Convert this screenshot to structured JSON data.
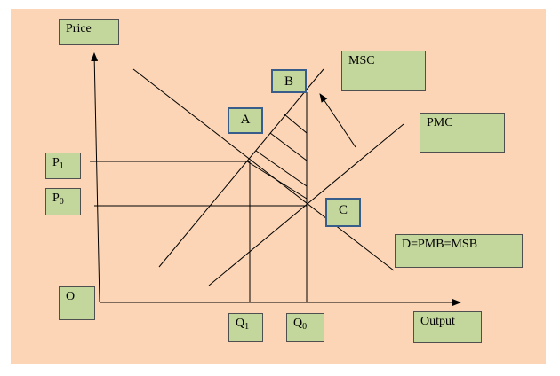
{
  "diagram": {
    "axis_labels": {
      "y": "Price",
      "x": "Output",
      "origin": "O"
    },
    "curves": {
      "msc": "MSC",
      "pmc": "PMC",
      "demand": "D=PMB=MSB"
    },
    "points": {
      "a": "A",
      "b": "B",
      "c": "C"
    },
    "price_levels": {
      "p1": {
        "base": "P",
        "sub": "1"
      },
      "p0": {
        "base": "P",
        "sub": "0"
      }
    },
    "quantity_levels": {
      "q1": {
        "base": "Q",
        "sub": "1"
      },
      "q0": {
        "base": "Q",
        "sub": "0"
      }
    },
    "colors": {
      "background": "#fbd5b5",
      "label_fill": "#c3d69b",
      "label_border": "#4f4f4f",
      "box_border": "#385d8a",
      "line": "#000000"
    }
  }
}
